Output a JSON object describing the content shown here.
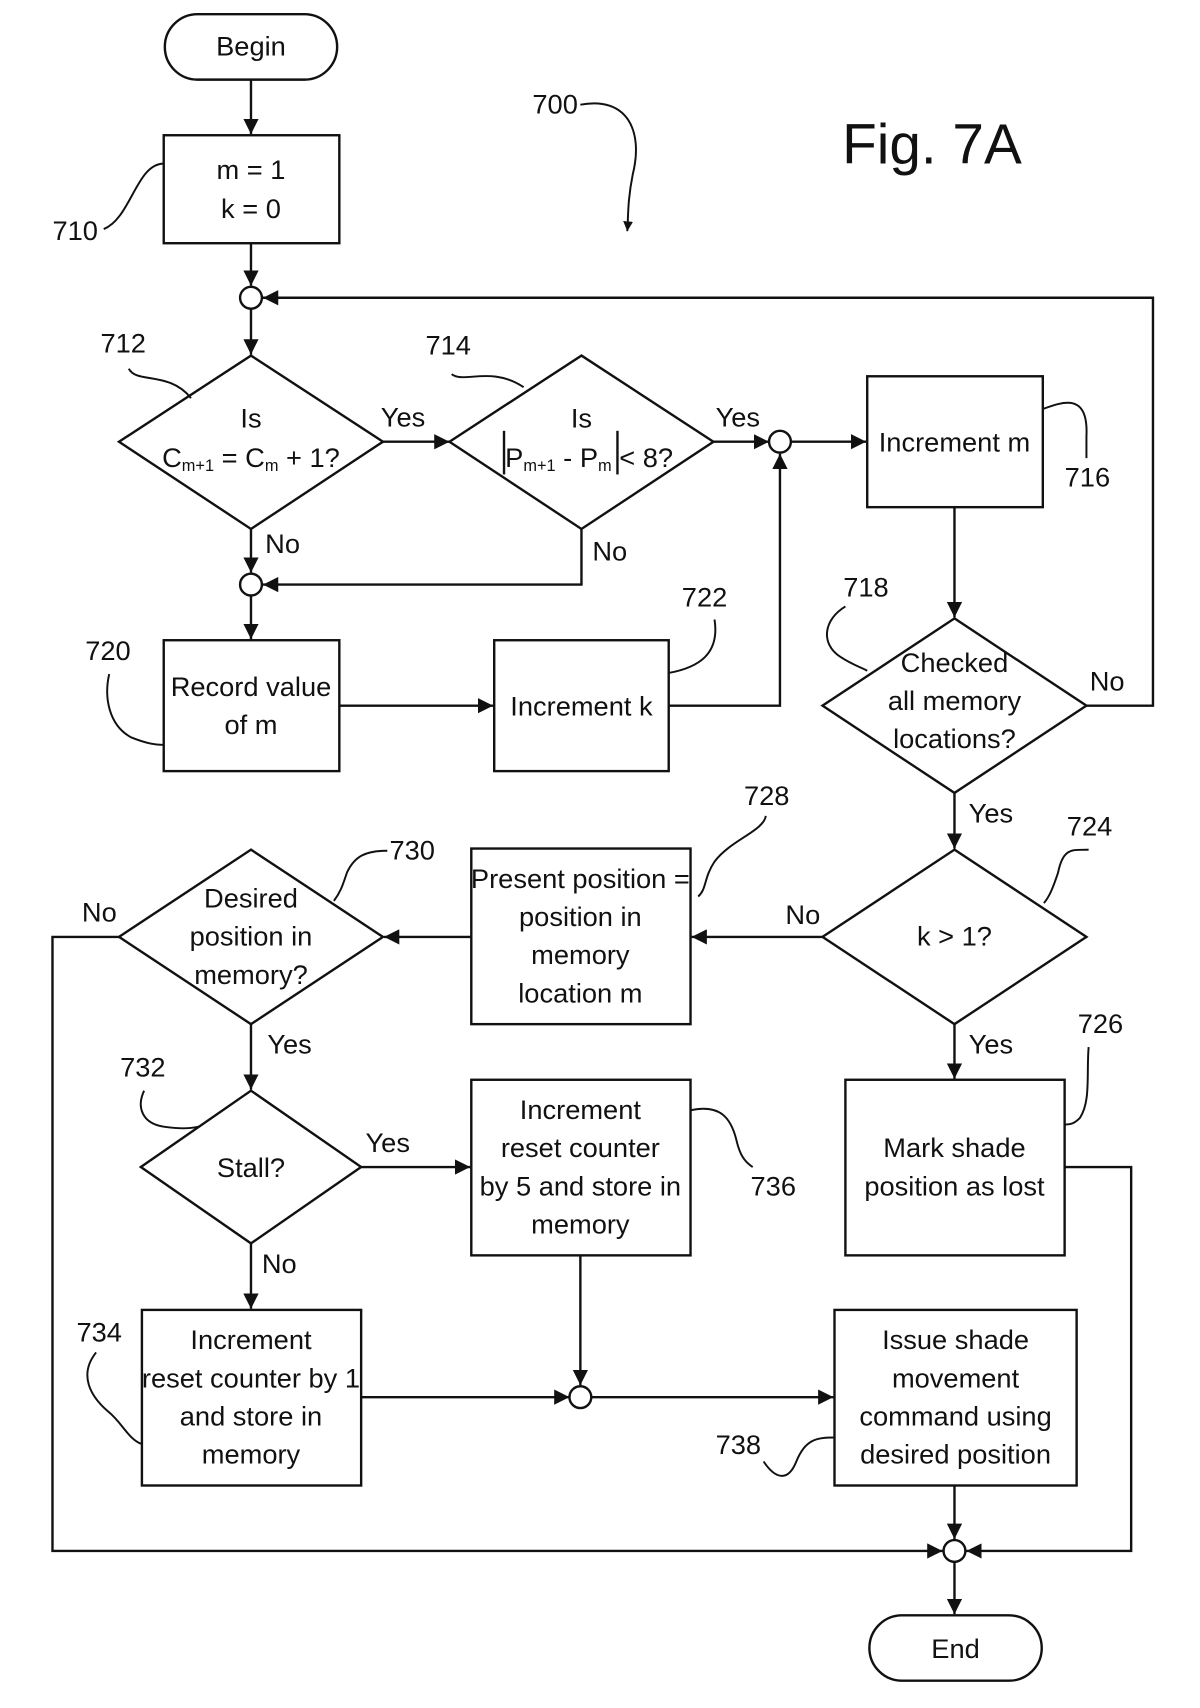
{
  "figure": {
    "title": "Fig. 7A",
    "reference": "700"
  },
  "nodes": {
    "begin": {
      "text": "Begin"
    },
    "n710": {
      "ref": "710",
      "lines": [
        "m = 1",
        "k = 0"
      ]
    },
    "n712": {
      "ref": "712",
      "line1": "Is",
      "line2": "Cₘ₊₁ = Cₘ  + 1?"
    },
    "n714": {
      "ref": "714",
      "line1": "Is",
      "line2": "|Pₘ₊₁ - Pₘ|< 8?"
    },
    "n716": {
      "ref": "716",
      "lines": [
        "Increment m"
      ]
    },
    "n718": {
      "ref": "718",
      "lines": [
        "Checked",
        "all memory",
        "locations?"
      ]
    },
    "n720": {
      "ref": "720",
      "lines": [
        "Record value",
        "of m"
      ]
    },
    "n722": {
      "ref": "722",
      "lines": [
        "Increment k"
      ]
    },
    "n724": {
      "ref": "724",
      "lines": [
        "k > 1?"
      ]
    },
    "n726": {
      "ref": "726",
      "lines": [
        "Mark shade",
        "position as lost"
      ]
    },
    "n728": {
      "ref": "728",
      "lines": [
        "Present position =",
        "position in",
        "memory",
        "location m"
      ]
    },
    "n730": {
      "ref": "730",
      "lines": [
        "Desired",
        "position in",
        "memory?"
      ]
    },
    "n732": {
      "ref": "732",
      "lines": [
        "Stall?"
      ]
    },
    "n734": {
      "ref": "734",
      "lines": [
        "Increment",
        "reset counter by 1",
        "and store in",
        "memory"
      ]
    },
    "n736": {
      "ref": "736",
      "lines": [
        "Increment",
        "reset counter",
        "by 5 and store in",
        "memory"
      ]
    },
    "n738": {
      "ref": "738",
      "lines": [
        "Issue shade",
        "movement",
        "command using",
        "desired position"
      ]
    },
    "end": {
      "text": "End"
    }
  },
  "edge_labels": {
    "e712_yes": "Yes",
    "e712_no": "No",
    "e714_yes": "Yes",
    "e714_no": "No",
    "e718_no": "No",
    "e718_yes": "Yes",
    "e724_no": "No",
    "e724_yes": "Yes",
    "e730_no": "No",
    "e730_yes": "Yes",
    "e732_yes": "Yes",
    "e732_no": "No"
  }
}
